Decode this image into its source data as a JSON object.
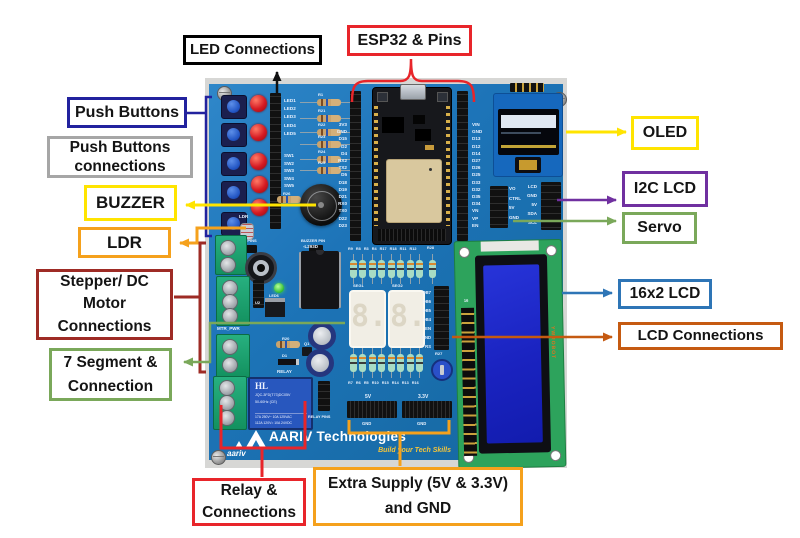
{
  "callouts": {
    "led_connections": "LED Connections",
    "esp32_pins": "ESP32 & Pins",
    "push_buttons": "Push Buttons",
    "push_buttons_connections": "Push Buttons connections",
    "buzzer": "BUZZER",
    "ldr": "LDR",
    "stepper_dc": "Stepper/ DC Motor Connections",
    "seven_segment": "7 Segment & Connection",
    "relay": "Relay & Connections",
    "extra_supply_line1": "Extra Supply (5V & 3.3V)",
    "extra_supply_line2": "and GND",
    "oled": "OLED",
    "i2c_lcd": "I2C LCD",
    "servo": "Servo",
    "lcd_16x2": "16x2 LCD",
    "lcd_connections": "LCD Connections"
  },
  "colors": {
    "pcb_blue": "#1d74b8",
    "red": "#e8252a",
    "navy": "#22229e",
    "gray": "#a6a6a6",
    "yellow": "#ffe400",
    "orange": "#f5a11c",
    "dark_red": "#9e2b25",
    "green": "#7aa85a",
    "purple": "#7030a0",
    "steel_blue": "#2e75b6",
    "orange_brown": "#c55a11"
  },
  "board": {
    "brand": "AARIV Technologies",
    "tagline": "Build your Tech Skills",
    "brand_small": "aariv",
    "led_labels": [
      "LED1",
      "LED2",
      "LED3",
      "LED4",
      "LED5"
    ],
    "sw_labels": [
      "SW1",
      "SW2",
      "SW3",
      "SW4",
      "SW5"
    ],
    "resistors_left": [
      "R1",
      "R21",
      "R22",
      "R23",
      "R24",
      "R25"
    ],
    "esp32": {
      "left_pins": [
        "3V3",
        "GND",
        "D15",
        "D2",
        "D4",
        "RX2",
        "TX2",
        "D5",
        "D18",
        "D19",
        "D21",
        "RX0",
        "TX0",
        "D22",
        "D23"
      ],
      "right_pins": [
        "VIN",
        "GND",
        "D13",
        "D12",
        "D14",
        "D27",
        "D26",
        "D25",
        "D33",
        "D32",
        "D35",
        "D34",
        "VN",
        "VP",
        "EN"
      ]
    },
    "servo_pins": [
      "VO",
      "CTRL",
      "5V",
      "GND"
    ],
    "i2c_pins": [
      "LCD",
      "GND",
      "5V",
      "SDA",
      "SCL"
    ],
    "seg": {
      "labels": [
        "SEG1",
        "SEG2"
      ],
      "digit": "8.",
      "top_resistors": [
        "R9",
        "R8",
        "R3",
        "R4",
        "R17",
        "R18",
        "R11",
        "R12"
      ],
      "bottom_resistors": [
        "R7",
        "R6",
        "R5",
        "R10",
        "R15",
        "R14",
        "R13",
        "R16"
      ],
      "r28": "R28",
      "r27": "R27"
    },
    "lcd_pins": [
      "DB7",
      "DB6",
      "DB5",
      "DB4",
      "EN",
      "GND",
      "RS"
    ],
    "supply": {
      "v5": "5V",
      "v33": "3.3V",
      "gnd1": "GND",
      "gnd2": "GND"
    },
    "relay_text": {
      "brand": "HL",
      "model": "JQC-3FD(T73)DC05V",
      "freq": "50-60Hz (CE)",
      "spec1": "17A 250V~ 10A 125VAC",
      "spec2": "112A 120V= 10A 24VDC"
    },
    "misc": {
      "ldr_pins": "LDR PINS",
      "buzzer_pin": "BUZZER PIN",
      "ldr": "LDR",
      "r26": "R26",
      "mtr_pwr": "MTR_PWR",
      "l293d": "-L293D",
      "u2": "U2",
      "r20": "R20",
      "q1": "Q1",
      "d1": "D1",
      "led6": "LED6",
      "relay": "RELAY",
      "relay_pins": "RELAY PINS",
      "pin16": "16",
      "ywrobot": "YWROBOT"
    }
  }
}
